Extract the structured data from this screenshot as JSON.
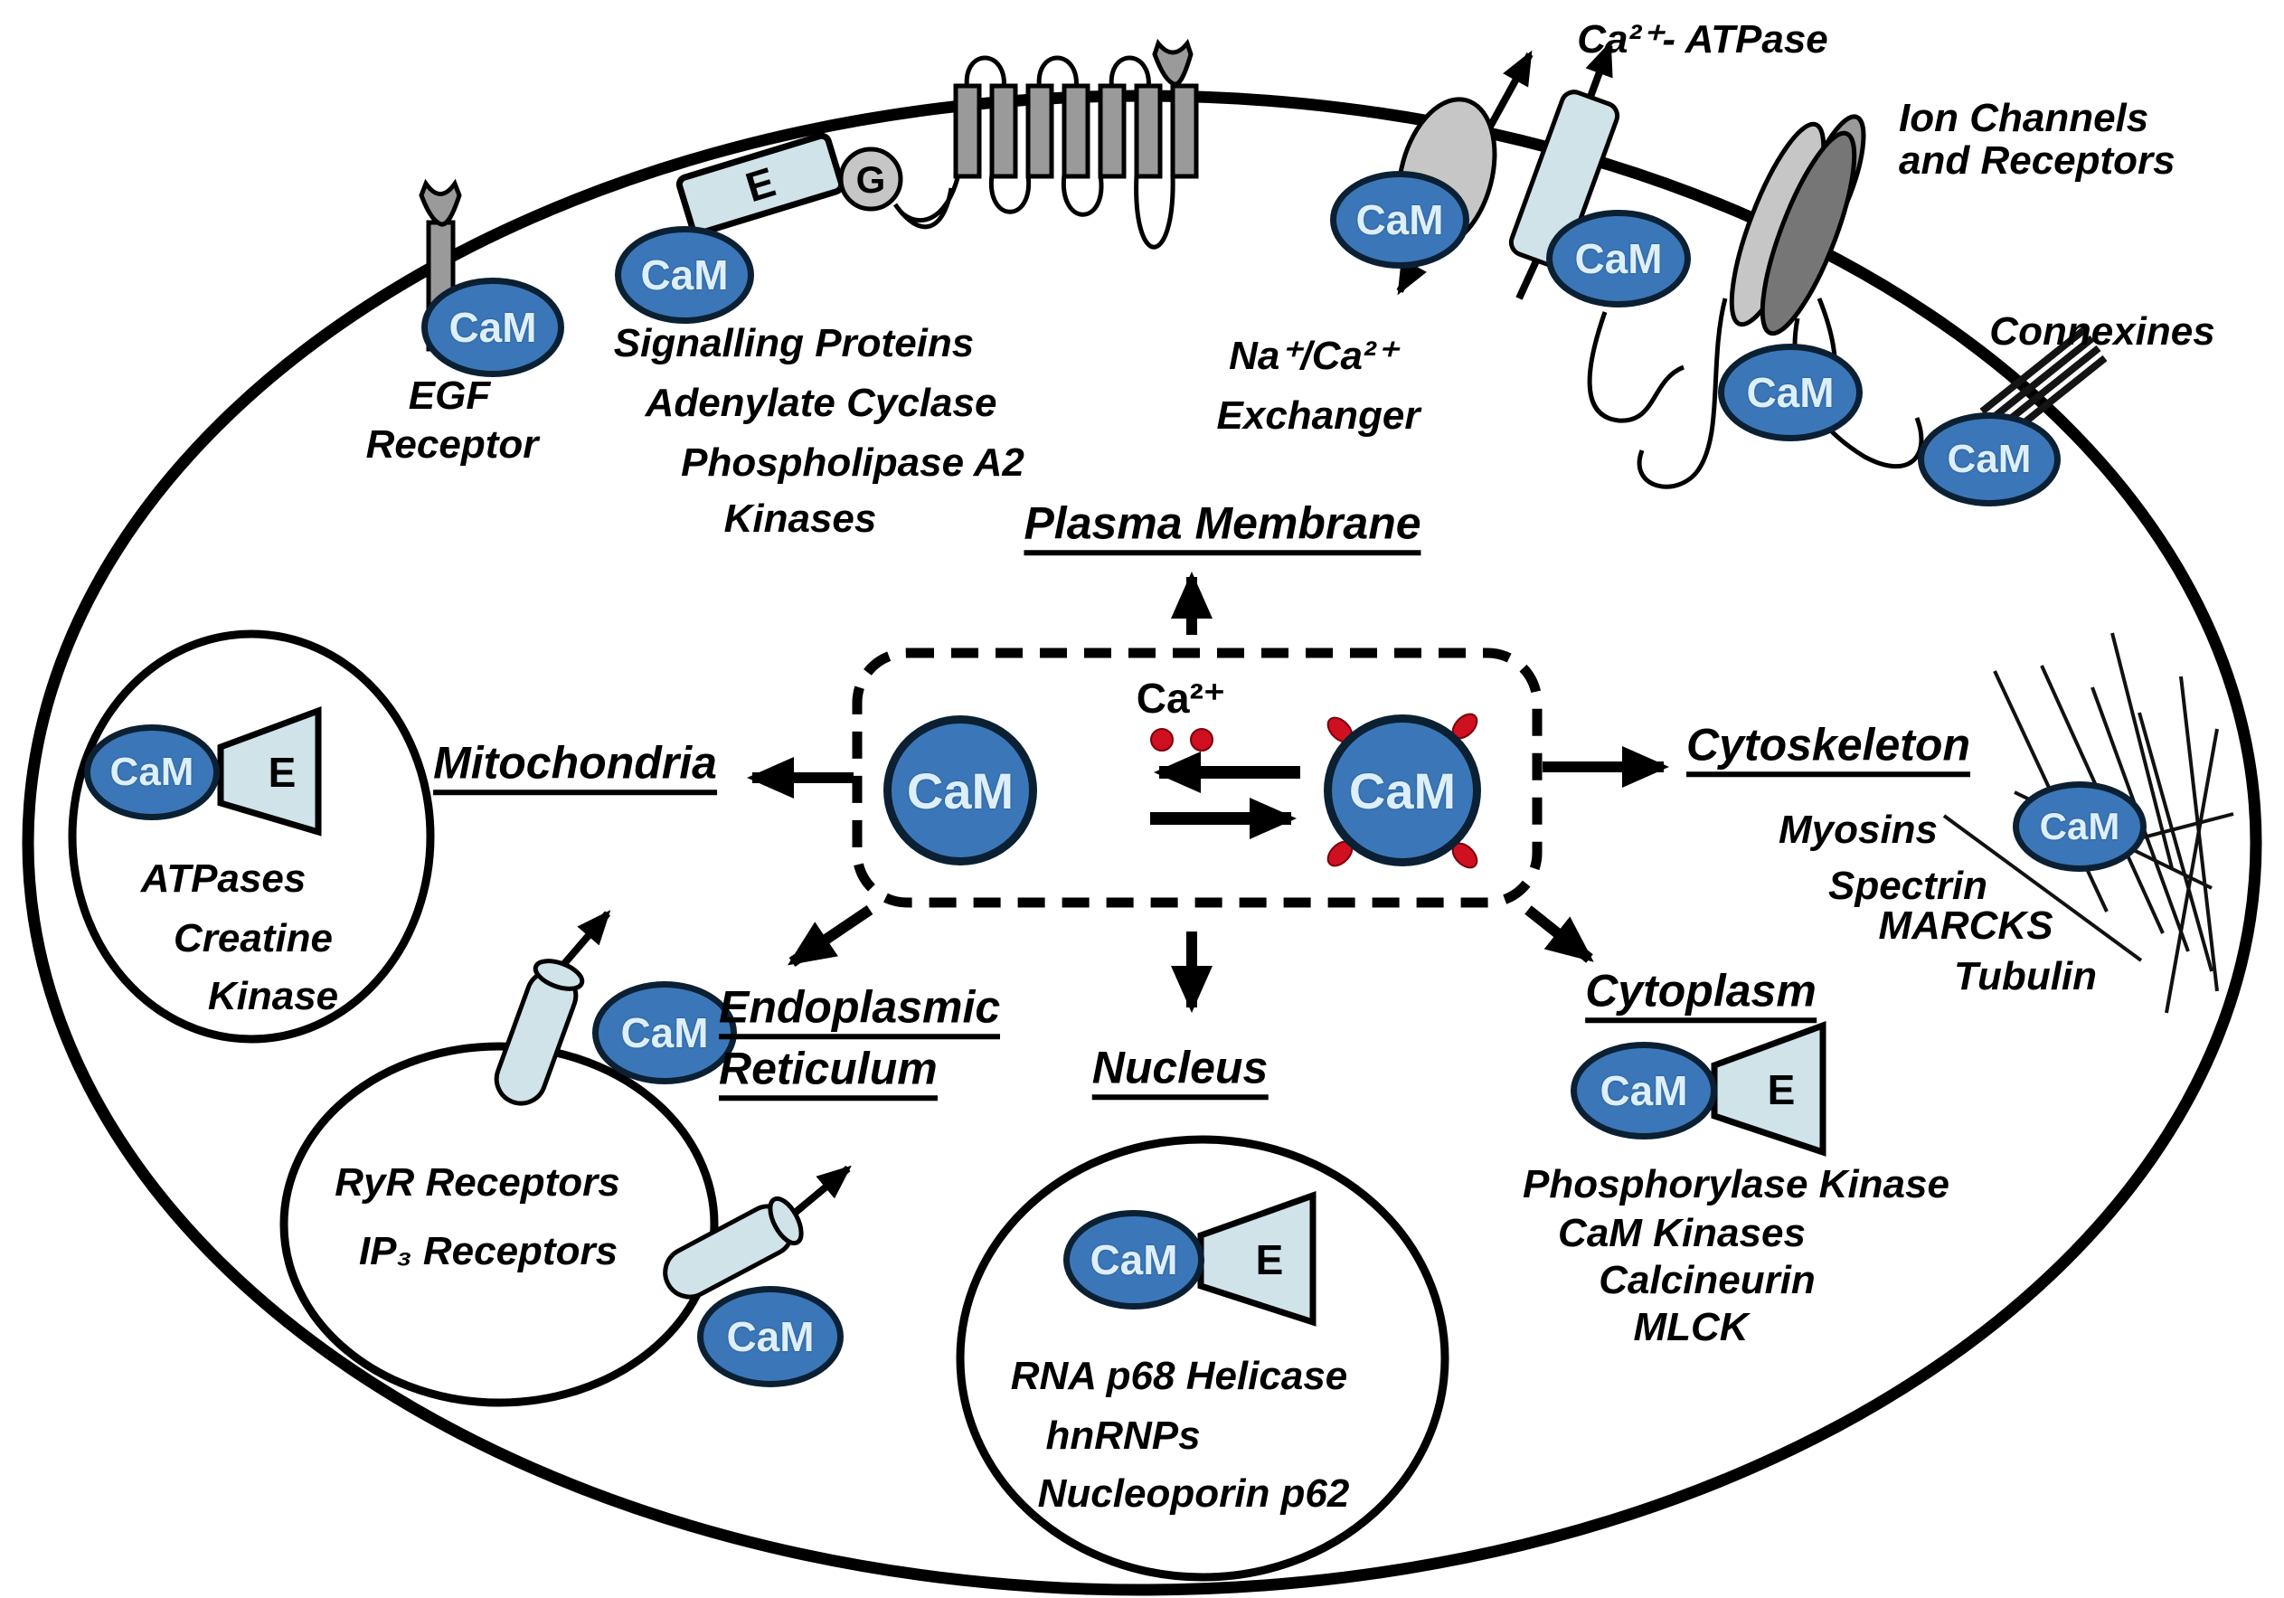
{
  "cam_label": "CaM",
  "enzyme_letter": "E",
  "gprotein_letter": "G",
  "center": {
    "plasma_membrane": "Plasma Membrane",
    "calcium": "Ca²⁺"
  },
  "membrane_proteins": {
    "egf_line1": "EGF",
    "egf_line2": "Receptor",
    "signalling_lines": [
      "Signalling Proteins",
      "Adenylate Cyclase",
      "Phospholipase A2",
      "Kinases"
    ],
    "naca_line1": "Na⁺/Ca²⁺",
    "naca_line2": "Exchanger",
    "ca_atpase": "Ca²⁺- ATPase",
    "ion_channels_line1": "Ion Channels",
    "ion_channels_line2": "and Receptors",
    "connexines": "Connexines"
  },
  "organelles": {
    "mitochondria": {
      "label": "Mitochondria",
      "items": [
        "ATPases",
        "Creatine",
        "Kinase"
      ]
    },
    "endoplasmic_reticulum": {
      "label_line1": "Endoplasmic",
      "label_line2": "Reticulum",
      "items": [
        "RyR Receptors",
        "IP₃ Receptors"
      ]
    },
    "nucleus": {
      "label": "Nucleus",
      "items": [
        "RNA p68 Helicase",
        "hnRNPs",
        "Nucleoporin p62"
      ]
    },
    "cytoplasm": {
      "label": "Cytoplasm",
      "items": [
        "Phosphorylase Kinase",
        "CaM Kinases",
        "Calcineurin",
        "MLCK"
      ]
    },
    "cytoskeleton": {
      "label": "Cytoskeleton",
      "items": [
        "Myosins",
        "Spectrin",
        "MARCKS",
        "Tubulin"
      ]
    }
  },
  "colors": {
    "bg": "#ffffff",
    "ink": "#000000",
    "cam_fill": "#3b77b8",
    "cam_border": "#0b2033",
    "cam_text": "#dceffb",
    "e_fill": "#cfe3e8",
    "gray": "#9a9a9a",
    "gray_light": "#c6c6c6",
    "gray_dark": "#767676",
    "red": "#cf1020"
  }
}
